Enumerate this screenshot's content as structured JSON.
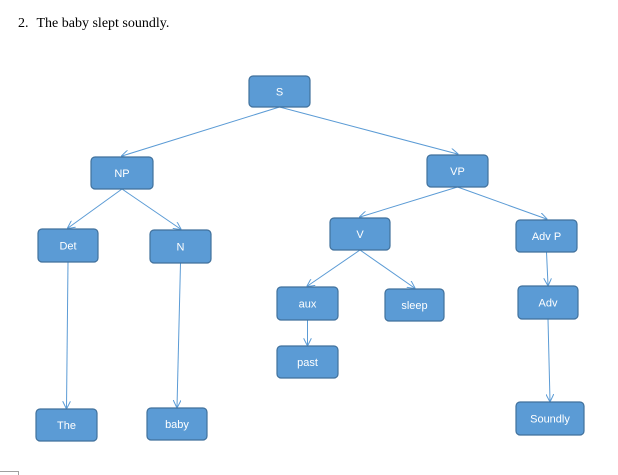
{
  "sentence": {
    "number": "2.",
    "text": "The baby slept soundly."
  },
  "colors": {
    "node_fill": "#5b9bd5",
    "node_border": "#41719c",
    "edge": "#5b9bd5",
    "label": "#ffffff"
  },
  "tree": {
    "nodes": [
      {
        "id": "s",
        "label": "S"
      },
      {
        "id": "np",
        "label": "NP"
      },
      {
        "id": "vp",
        "label": "VP"
      },
      {
        "id": "det",
        "label": "Det"
      },
      {
        "id": "n",
        "label": "N"
      },
      {
        "id": "v",
        "label": "V"
      },
      {
        "id": "advp",
        "label": "Adv P"
      },
      {
        "id": "aux",
        "label": "aux"
      },
      {
        "id": "sleep",
        "label": "sleep"
      },
      {
        "id": "adv",
        "label": "Adv"
      },
      {
        "id": "past",
        "label": "past"
      },
      {
        "id": "the",
        "label": "The"
      },
      {
        "id": "baby",
        "label": "baby"
      },
      {
        "id": "soundly",
        "label": "Soundly"
      }
    ],
    "edges": [
      [
        "s",
        "np"
      ],
      [
        "s",
        "vp"
      ],
      [
        "np",
        "det"
      ],
      [
        "np",
        "n"
      ],
      [
        "vp",
        "v"
      ],
      [
        "vp",
        "advp"
      ],
      [
        "v",
        "aux"
      ],
      [
        "v",
        "sleep"
      ],
      [
        "aux",
        "past"
      ],
      [
        "advp",
        "adv"
      ],
      [
        "det",
        "the"
      ],
      [
        "n",
        "baby"
      ],
      [
        "adv",
        "soundly"
      ]
    ]
  }
}
